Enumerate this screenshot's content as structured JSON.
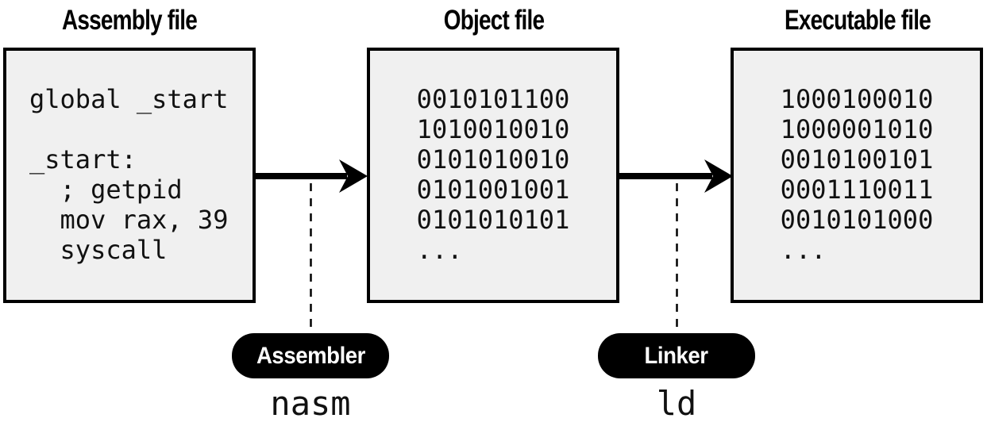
{
  "diagram": {
    "stages": [
      {
        "title": "Assembly file",
        "content_lines": [
          "global _start",
          "",
          "_start:",
          "  ; getpid",
          "  mov rax, 39",
          "  syscall"
        ]
      },
      {
        "title": "Object file",
        "content_lines": [
          "0010101100",
          "1010010010",
          "0101010010",
          "0101001001",
          "0101010101",
          "..."
        ]
      },
      {
        "title": "Executable file",
        "content_lines": [
          "1000100010",
          "1000001010",
          "0010100101",
          "0001110011",
          "0010101000",
          "..."
        ]
      }
    ],
    "transforms": [
      {
        "label": "Assembler",
        "tool": "nasm"
      },
      {
        "label": "Linker",
        "tool": "ld"
      }
    ],
    "colors": {
      "box_fill": "#f0f0f0",
      "box_border": "#000000",
      "pill_fill": "#000000",
      "pill_text": "#ffffff",
      "arrow": "#000000"
    }
  }
}
